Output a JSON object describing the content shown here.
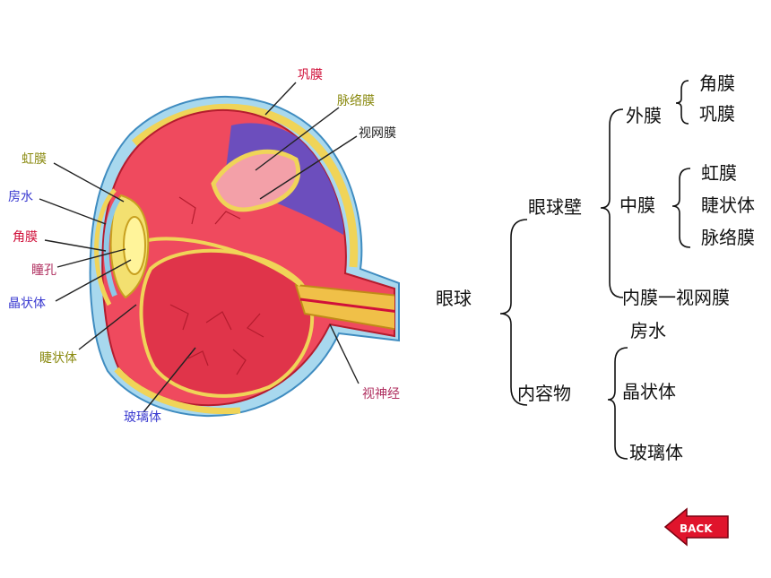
{
  "eye_labels": {
    "sclera": "巩膜",
    "choroid": "脉络膜",
    "retina": "视网膜",
    "iris": "虹膜",
    "aqueous": "房水",
    "cornea": "角膜",
    "pupil": "瞳孔",
    "lens": "晶状体",
    "ciliary": "睫状体",
    "vitreous": "玻璃体",
    "optic_nerve": "视神经"
  },
  "label_colors": {
    "sclera": "#d0103a",
    "choroid": "#8a8a10",
    "retina": "#222222",
    "iris": "#8a8a10",
    "aqueous": "#3a3ad0",
    "cornea": "#d0103a",
    "pupil": "#b03060",
    "lens": "#3a3ad0",
    "ciliary": "#8a8a10",
    "vitreous": "#3a3ad0",
    "optic_nerve": "#b03060"
  },
  "tree": {
    "root": "眼球",
    "wall": "眼球壁",
    "outer": "外膜",
    "outer_items": [
      "角膜",
      "巩膜"
    ],
    "middle": "中膜",
    "middle_items": [
      "虹膜",
      "睫状体",
      "脉络膜"
    ],
    "inner": "内膜一视网膜",
    "contents": "内容物",
    "contents_items": [
      "房水",
      "晶状体",
      "玻璃体"
    ]
  },
  "back_button": {
    "label": "BACK"
  }
}
